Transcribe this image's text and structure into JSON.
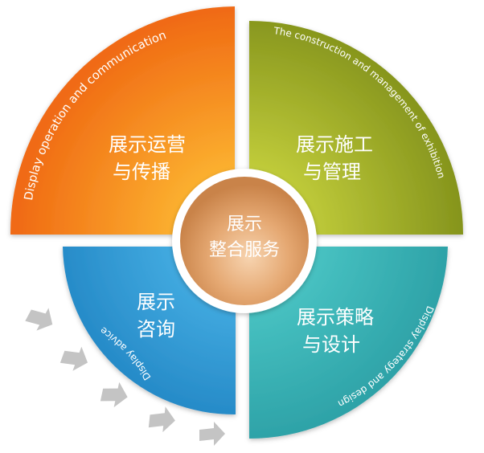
{
  "center": {
    "line1": "展示",
    "line2": "整合服务"
  },
  "quadrants": {
    "top_left": {
      "line1": "展示运营",
      "line2": "与传播",
      "arc_text": "Display operation and communication",
      "color_light": "#fcb431",
      "color_dark": "#f06a13"
    },
    "top_right": {
      "line1": "展示施工",
      "line2": "与管理",
      "arc_text": "The construction and management of exhibition",
      "color_light": "#c4cf3c",
      "color_dark": "#84931c"
    },
    "bottom_left": {
      "line1": "展示",
      "line2": "咨询",
      "arc_text": "Display advice",
      "color_light": "#45aee3",
      "color_dark": "#1c7fbf"
    },
    "bottom_right": {
      "line1": "展示策略",
      "line2": "与设计",
      "arc_text": "Display strategy and design",
      "color_light": "#4cc7c6",
      "color_dark": "#2a9ea4"
    }
  },
  "arrows": {
    "count": 5,
    "icon": "gray-chevron-arrow-icon",
    "color": "#c4c4c4"
  }
}
